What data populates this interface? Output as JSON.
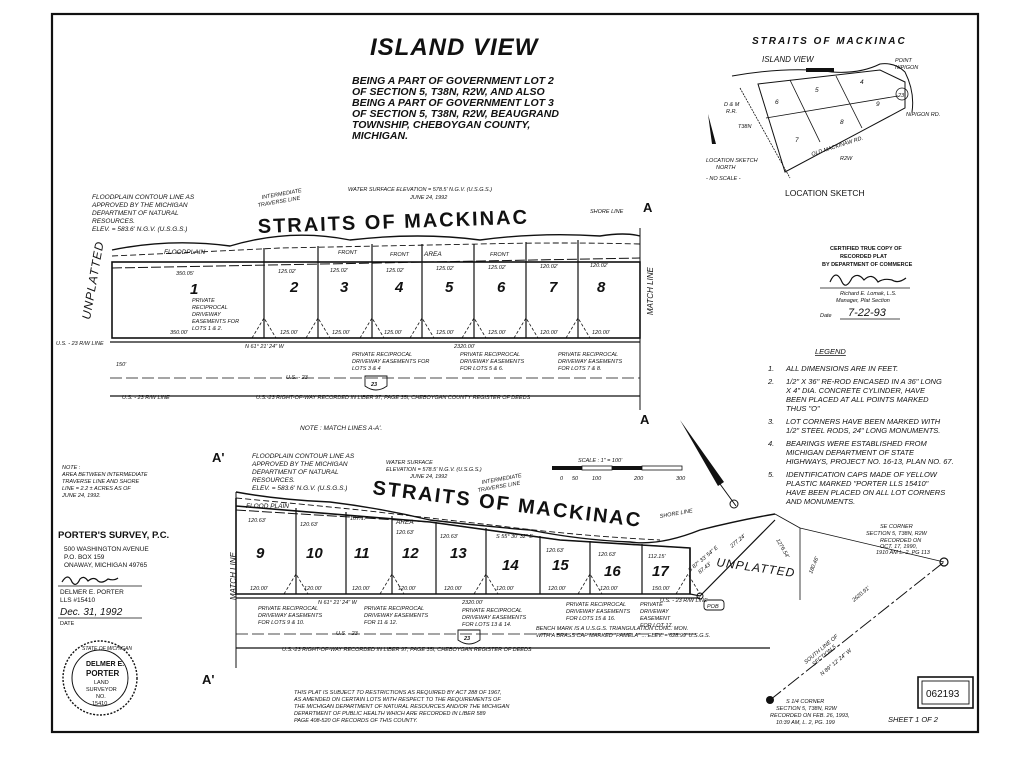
{
  "title": "ISLAND VIEW",
  "description": [
    "BEING A PART OF GOVERNMENT LOT 2",
    "OF SECTION 5, T38N, R2W, AND ALSO",
    "BEING A PART OF GOVERNMENT LOT 3",
    "OF SECTION 5, T38N, R2W, BEAUGRAND",
    "TOWNSHIP, CHEBOYGAN COUNTY,",
    "MICHIGAN."
  ],
  "location_sketch": {
    "heading": "STRAITS OF MACKINAC",
    "island_view": "ISLAND VIEW",
    "point_nipigon": [
      "POINT",
      "NIPIGON"
    ],
    "nipigon_rd": "NIPIGON RD.",
    "old_mackinaw_rd": [
      "OLD MACKINAW RD.",
      "R2W"
    ],
    "dm_rr": [
      "D & M",
      "R.R."
    ],
    "t38n": "T38N",
    "route": "23",
    "sections": [
      "4",
      "5",
      "6",
      "7",
      "8",
      "9"
    ],
    "north_label": [
      "LOCATION SKETCH",
      "NORTH"
    ],
    "no_scale": "- NO SCALE -",
    "caption": "LOCATION SKETCH"
  },
  "certification": {
    "lines": [
      "CERTIFIED TRUE COPY OF",
      "RECORDED PLAT",
      "BY DEPARTMENT OF COMMERCE"
    ],
    "name": "Richard E. Lomak, L.S.",
    "role": "Manager, Plat Section",
    "date_label": "Date",
    "date": "7-22-93"
  },
  "legend": {
    "heading": "LEGEND",
    "items": [
      {
        "num": "1.",
        "lines": [
          "ALL DIMENSIONS ARE IN FEET."
        ]
      },
      {
        "num": "2.",
        "lines": [
          "1/2\" X 36\" RE-ROD ENCASED IN A 36\" LONG",
          "X 4\" DIA. CONCRETE CYLINDER, HAVE",
          "BEEN PLACED AT ALL POINTS MARKED",
          "THUS \"O\""
        ]
      },
      {
        "num": "3.",
        "lines": [
          "LOT CORNERS HAVE BEEN MARKED WITH",
          "1/2\" STEEL RODS, 24\" LONG MONUMENTS."
        ]
      },
      {
        "num": "4.",
        "lines": [
          "BEARINGS WERE ESTABLISHED FROM",
          "MICHIGAN DEPARTMENT OF STATE",
          "HIGHWAYS, PROJECT NO. 16-13, PLAN NO. 67."
        ]
      },
      {
        "num": "5.",
        "lines": [
          "IDENTIFICATION CAPS MADE OF YELLOW",
          "PLASTIC MARKED \"PORTER LLS 15410\"",
          "HAVE BEEN PLACED ON ALL LOT CORNERS",
          "AND MONUMENTS."
        ]
      }
    ]
  },
  "upper_plat": {
    "straits": "STRAITS OF MACKINAC",
    "water_elev": [
      "WATER SURFACE ELEVATION = 578.5' N.G.V. (U.S.G.S.)",
      "JUNE 24, 1992"
    ],
    "floodplain_note": [
      "FLOODPLAIN CONTOUR LINE AS",
      "APPROVED BY THE MICHIGAN",
      "DEPARTMENT OF NATURAL",
      "RESOURCES.",
      "ELEV. = 583.6' N.G.V. (U.S.G.S.)"
    ],
    "traverse": [
      "INTERMEDIATE",
      "TRAVERSE LINE"
    ],
    "shore_line": "SHORE LINE",
    "floodplain": "FLOODPLAIN",
    "area": "AREA",
    "front": "FRONT",
    "unplatted": "UNPLATTED",
    "match_line": "MATCH LINE",
    "lots": [
      {
        "num": "1",
        "front": "350.05'",
        "rear": "350.00'"
      },
      {
        "num": "2",
        "front": "125.02'",
        "rear": "125.00'"
      },
      {
        "num": "3",
        "front": "125.02'",
        "rear": "125.00'"
      },
      {
        "num": "4",
        "front": "125.02'",
        "rear": "125.00'"
      },
      {
        "num": "5",
        "front": "125.02'",
        "rear": "125.00'"
      },
      {
        "num": "6",
        "front": "125.02'",
        "rear": "125.00'"
      },
      {
        "num": "7",
        "front": "120.02'",
        "rear": "120.00'"
      },
      {
        "num": "8",
        "front": "120.02'",
        "rear": "120.00'"
      }
    ],
    "easement_12": [
      "PRIVATE",
      "RECIPROCAL",
      "DRIVEWAY",
      "EASEMENTS FOR",
      "LOTS 1 & 2."
    ],
    "easement_34": [
      "PRIVATE RECIPROCAL",
      "DRIVEWAY EASEMENTS FOR",
      "LOTS 3 & 4"
    ],
    "easement_56": [
      "PRIVATE RECIPROCAL",
      "DRIVEWAY EASEMENTS",
      "FOR LOTS 5 & 6."
    ],
    "easement_78": [
      "PRIVATE RECIPROCAL",
      "DRIVEWAY EASEMENTS",
      "FOR LOTS 7 & 8."
    ],
    "bearing": "N 61° 21' 24\" W",
    "total": "2320.00'",
    "rw_line": "U.S. - 23 R/W LINE",
    "us23": "U.S. - 23",
    "route": "23",
    "rw_recorded": "U.S.-23 RIGHT-OF-WAY RECORDED IN LIBER 97, PAGE 35I, CHEBOYGAN COUNTY REGISTER OF DEEDS",
    "dist_150": "150'",
    "point_a": "A",
    "match_note": "NOTE : MATCH LINES A-A'."
  },
  "area_note": [
    "NOTE :",
    "AREA BETWEEN INTERMEDIATE",
    "TRAVERSE LINE AND SHORE",
    "LINE = 2.2 ± ACRES AS OF",
    "JUNE 24, 1992."
  ],
  "scale": {
    "label": "SCALE : 1\" = 100'",
    "ticks": [
      "0",
      "50",
      "100",
      "200",
      "300"
    ]
  },
  "lower_plat": {
    "straits": "STRAITS OF MACKINAC",
    "water_elev": [
      "WATER SURFACE",
      "ELEVATION = 578.5' N.G.V. (U.S.G.S.)",
      "JUNE 24, 1992"
    ],
    "floodplain_note": [
      "FLOODPLAIN CONTOUR LINE AS",
      "APPROVED BY THE MICHIGAN",
      "DEPARTMENT OF NATURAL",
      "RESOURCES.",
      "ELEV. = 583.6' N.G.V. (U.S.G.S.)"
    ],
    "traverse": [
      "INTERMEDIATE",
      "TRAVERSE LINE"
    ],
    "shore_line": "SHORE LINE",
    "floodplain": "FLOOD PLAIN",
    "area": "AREA",
    "unplatted": "UNPLATTED",
    "match_line": "MATCH LINE",
    "lots": [
      {
        "num": "9",
        "front": "120.63'",
        "rear": "120.00'"
      },
      {
        "num": "10",
        "front": "120.63'",
        "rear": "120.00'"
      },
      {
        "num": "11",
        "front": "107.17'",
        "rear": "120.00'"
      },
      {
        "num": "12",
        "front": "120.63'",
        "rear": "120.00'"
      },
      {
        "num": "13",
        "front": "120.63'",
        "rear": "120.00'"
      },
      {
        "num": "14",
        "front": "S 55° 30' 32\" E",
        "rear": "120.00'"
      },
      {
        "num": "15",
        "front": "120.63'",
        "rear": "120.00'"
      },
      {
        "num": "16",
        "front": "120.63'",
        "rear": "120.00'"
      },
      {
        "num": "17",
        "front": "112.15'",
        "rear": "150.00'"
      }
    ],
    "easement_910": [
      "PRIVATE RECIPROCAL",
      "DRIVEWAY EASEMENTS",
      "FOR LOTS 9 & 10."
    ],
    "easement_1112": [
      "PRIVATE RECIPROCAL",
      "DRIVEWAY EASEMENTS",
      "FOR 11 & 12."
    ],
    "easement_1314": [
      "PRIVATE RECIPROCAL",
      "DRIVEWAY EASEMENTS",
      "FOR LOTS 13 & 14."
    ],
    "easement_1516": [
      "PRIVATE RECIPROCAL",
      "DRIVEWAY EASEMENTS",
      "FOR LOTS 15 & 16."
    ],
    "easement_17": [
      "PRIVATE",
      "DRIVEWAY",
      "EASEMENT",
      "FOR LOT 17."
    ],
    "bearing": "N 61° 21' 24\" W",
    "total": "2320.00'",
    "rw_line": "U.S. - 23 R/W LINE",
    "us23": "U.S. - 23",
    "route": "23",
    "rw_recorded": "U.S.-23 RIGHT-OF-WAY RECORDED IN LIBER 97, PAGE 35I, CHEBOYGAN REGISTER OF DEEDS",
    "benchmark": [
      "BENCH MARK IS A U.S.G.S. TRIANGULATION CONC. MON.",
      "WITH A BRASS CAP MARKED \"PAMELA\" ... ELEV. = 628.99' U.S.G.S."
    ],
    "pob": "POB",
    "se_corner": [
      "SE CORNER",
      "SECTION 5, T38N, R2W",
      "RECORDED ON",
      "OCT. 17, 1990,",
      "1910 AM L. 2, PG 113"
    ],
    "q_corner": [
      "S 1/4 CORNER",
      "SECTION 5, T38N, R2W",
      "RECORDED ON FEB. 26, 1993,",
      "10:39 AM, L. 2, PG. 199"
    ],
    "south_line": [
      "SOUTH LINE OF",
      "SECTION 5",
      "N 89° 12' 24\" W"
    ],
    "dist_2620": "2620.91'",
    "dist_180": "180.46'",
    "dist_1276": "1276.54'",
    "dist_277": "277.24'",
    "dist_87": "87.43'",
    "bearing_e": "S 87° 33' 54\" E",
    "point_a": "A'"
  },
  "surveyor": {
    "firm": "PORTER'S SURVEY, P.C.",
    "address": [
      "500 WASHINGTON AVENUE",
      "P.O. BOX 159",
      "ONAWAY, MICHIGAN 49765"
    ],
    "name": "DELMER E. PORTER",
    "lls": "LLS #15410",
    "date": "Dec. 31, 1992",
    "date_label": "DATE",
    "seal": [
      "STATE OF MICHIGAN",
      "DELMER E.",
      "PORTER",
      "LAND",
      "SURVEYOR",
      "NO.",
      "15410"
    ]
  },
  "restrictions": [
    "THIS PLAT IS SUBJECT TO RESTRICTIONS AS REQUIRED BY ACT 288 OF 1967,",
    "AS AMENDED ON CERTAIN LOTS WITH RESPECT TO THE REQUIREMENTS OF",
    "THE MICHIGAN DEPARTMENT OF NATURAL RESOURCES AND/OR THE MICHIGAN",
    "DEPARTMENT OF PUBLIC HEALTH WHICH ARE RECORDED IN LIBER 589",
    "PAGE 408-520 OF RECORDS OF THIS COUNTY."
  ],
  "plat_number": "062193",
  "sheet": "SHEET 1 OF 2"
}
